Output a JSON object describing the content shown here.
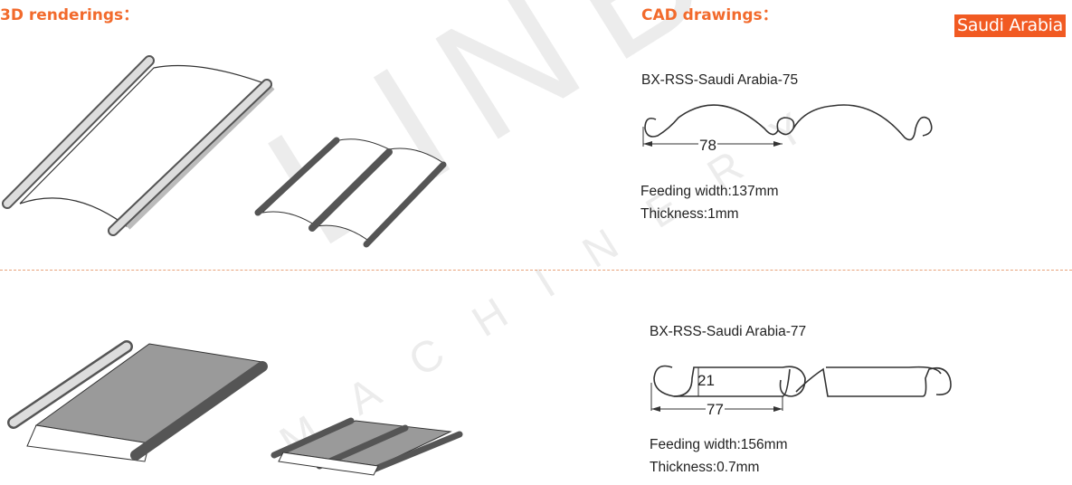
{
  "headers": {
    "renderings": "3D renderings：",
    "cad": "CAD drawings："
  },
  "badge": "Saudi Arabia",
  "watermark": {
    "brand": "LINBAY",
    "sub": "MACHINERY"
  },
  "profiles": [
    {
      "name": "BX-RSS-Saudi Arabia-75",
      "dimension_width": "78",
      "feeding_width": "Feeding width:137mm",
      "thickness": "Thickness:1mm"
    },
    {
      "name": "BX-RSS-Saudi Arabia-77",
      "dimension_width": "77",
      "dimension_height": "21",
      "feeding_width": "Feeding width:156mm",
      "thickness": "Thickness:0.7mm"
    }
  ],
  "colors": {
    "accent": "#f26a2c",
    "badge": "#f15a22"
  }
}
